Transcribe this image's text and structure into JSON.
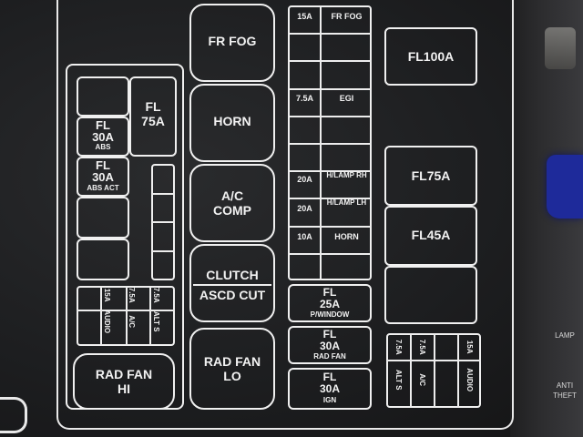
{
  "photo": {
    "center_col": {
      "fr_fog": "FR FOG",
      "horn": "HORN",
      "ac_comp_l1": "A/C",
      "ac_comp_l2": "COMP",
      "clutch_l1": "CLUTCH",
      "clutch_l2": "ASCD CUT",
      "radfan_lo_l1": "RAD FAN",
      "radfan_lo_l2": "LO"
    },
    "left_col": {
      "fl75_l1": "FL",
      "fl75_l2": "75A",
      "fl30abs_l1": "FL",
      "fl30abs_l2": "30A",
      "fl30abs_l3": "ABS",
      "fl30absact_l1": "FL",
      "fl30absact_l2": "30A",
      "fl30absact_l3": "ABS ACT",
      "mini_fuses": [
        {
          "amps": "15A",
          "label": "AUDIO"
        },
        {
          "amps": "7.5A",
          "label": "A/C"
        },
        {
          "amps": "7.5A",
          "label": "ALT S"
        }
      ],
      "radfan_hi_l1": "RAD FAN",
      "radfan_hi_l2": "HI"
    },
    "fuse_col": {
      "rows": [
        {
          "amps": "15A",
          "label": "FR FOG"
        },
        {
          "amps": "",
          "label": ""
        },
        {
          "amps": "",
          "label": ""
        },
        {
          "amps": "7.5A",
          "label": "EGI"
        },
        {
          "amps": "",
          "label": ""
        },
        {
          "amps": "",
          "label": ""
        },
        {
          "amps": "20A",
          "label": "H/LAMP RH"
        },
        {
          "amps": "20A",
          "label": "H/LAMP LH"
        },
        {
          "amps": "10A",
          "label": "HORN"
        },
        {
          "amps": "",
          "label": ""
        }
      ],
      "fl25_l1": "FL",
      "fl25_l2": "25A",
      "fl25_l3": "P/WINDOW",
      "fl30rad_l1": "FL",
      "fl30rad_l2": "30A",
      "fl30rad_l3": "RAD FAN",
      "fl30ign_l1": "FL",
      "fl30ign_l2": "30A",
      "fl30ign_l3": "IGN"
    },
    "right_col": {
      "fl100": "FL100A",
      "fl75": "FL75A",
      "fl45": "FL45A",
      "mini_fuses": [
        {
          "amps": "7.5A",
          "label": "ALT S"
        },
        {
          "amps": "7.5A",
          "label": "A/C"
        },
        {
          "amps": "",
          "label": ""
        },
        {
          "amps": "15A",
          "label": "AUDIO"
        }
      ]
    },
    "side": {
      "lamp": "LAMP",
      "anti_theft_l1": "ANTI",
      "anti_theft_l2": "THEFT"
    },
    "colors": {
      "panel": "#1d1e20",
      "lines": "#f0f0f0",
      "blue": "#1e2a9a"
    }
  }
}
